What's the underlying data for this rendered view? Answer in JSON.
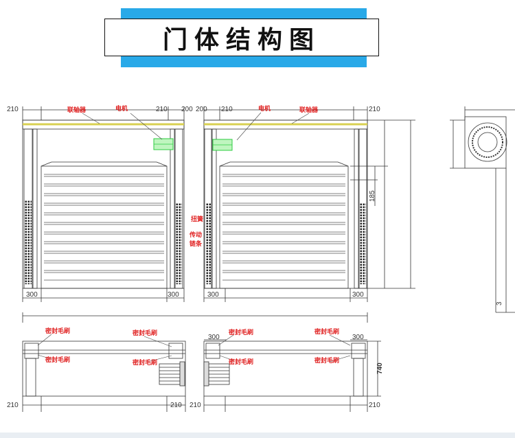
{
  "title": "门体结构图",
  "colors": {
    "banner_blue": "#29a9e8",
    "label_red": "#e02020",
    "motor_green": "#2ecc40",
    "coupler_yellow": "#e8e060"
  },
  "labels": {
    "coupler": "联轴器",
    "motor": "电机",
    "spring": "扭簧",
    "chain_1": "传动",
    "chain_2": "链条",
    "seal_brush": "密封毛刷"
  },
  "dims": {
    "d210": "210",
    "d200": "200",
    "d300": "300",
    "d185": "185",
    "d740": "740",
    "d3": "3"
  }
}
